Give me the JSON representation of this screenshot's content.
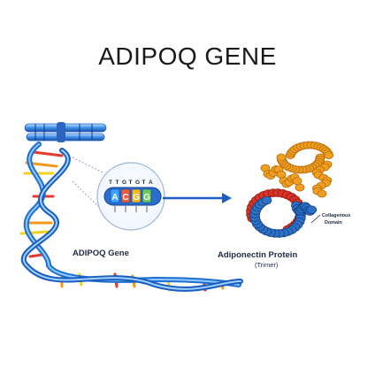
{
  "title": "ADIPOQ GENE",
  "labels": {
    "gene": "ADIPOQ Gene",
    "protein": "Adiponectin Protein",
    "protein_sub": "(Trimer)",
    "collagenous_line1": "Collagenous",
    "collagenous_line2": "Domain"
  },
  "sequence": {
    "top": [
      "T",
      "T",
      "G",
      "T",
      "G",
      "T",
      "A"
    ],
    "bottom": [
      "A",
      "C",
      "G",
      "G"
    ]
  },
  "colors": {
    "dna_blue": "#1f6fd1",
    "dna_light": "#7fc0ff",
    "rung_red": "#e23b2e",
    "rung_orange": "#f39a1c",
    "rung_yellow": "#f3d21c",
    "protein_orange": "#f0a020",
    "protein_red": "#d93425",
    "protein_blue": "#2d72c8",
    "arrow": "#1d5fc0"
  }
}
